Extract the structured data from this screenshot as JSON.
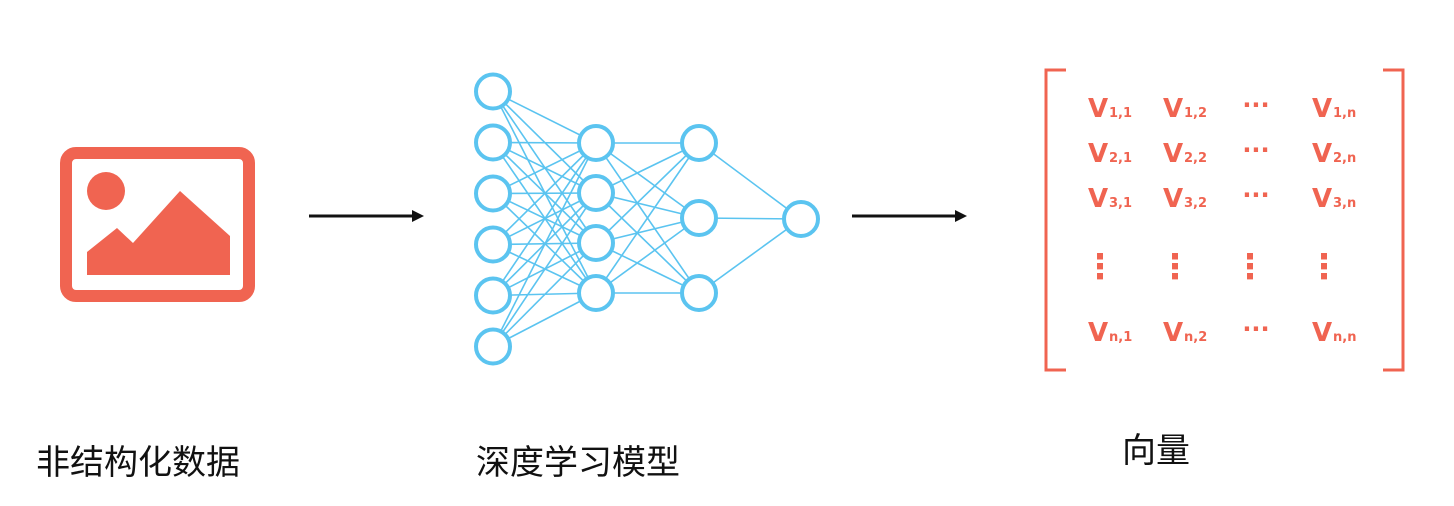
{
  "stages": [
    {
      "id": "unstructured",
      "label": "非结构化数据",
      "icon": "image-icon"
    },
    {
      "id": "model",
      "label": "深度学习模型",
      "icon": "neural-network-icon"
    },
    {
      "id": "vector",
      "label": "向量",
      "icon": "matrix-icon"
    }
  ],
  "network": {
    "layers": [
      6,
      4,
      3,
      1
    ]
  },
  "matrix": {
    "symbol": "V",
    "rows": [
      [
        "1,1",
        "1,2",
        "",
        "1,n"
      ],
      [
        "2,1",
        "2,2",
        "",
        "2,n"
      ],
      [
        "3,1",
        "3,2",
        "",
        "3,n"
      ],
      [
        "n,1",
        "n,2",
        "",
        "n,n"
      ]
    ],
    "ellipsis_h": "···",
    "ellipsis_v": "⋮"
  },
  "colors": {
    "image": "#f06451",
    "network": "#5bc4f0",
    "matrix": "#f06451",
    "arrow": "#111111",
    "text": "#111111"
  }
}
